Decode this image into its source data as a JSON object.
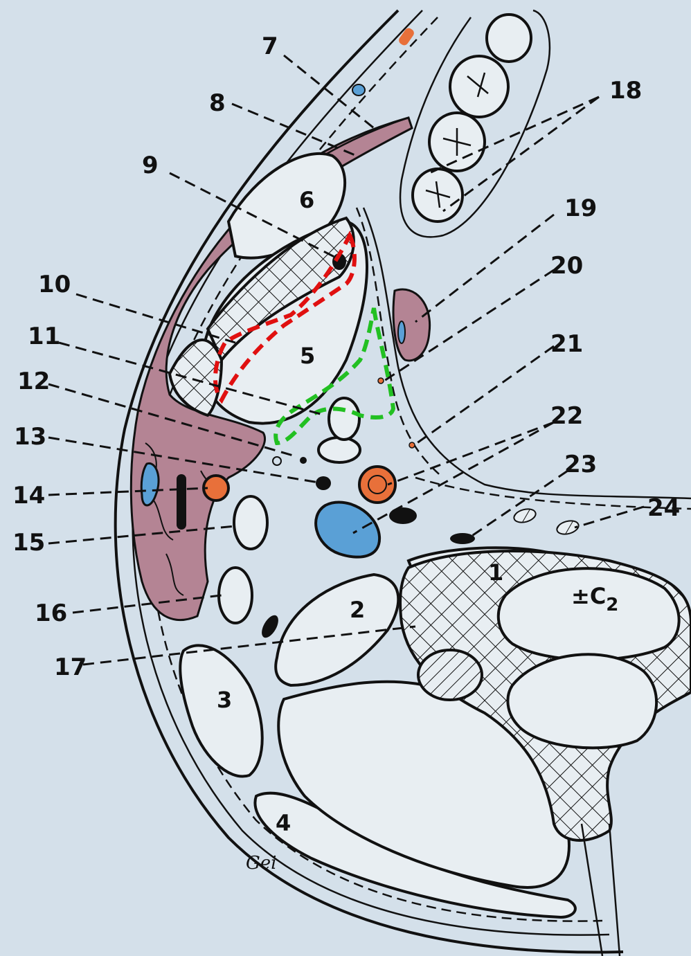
{
  "labels": {
    "l1": "1",
    "l2": "2",
    "l3": "3",
    "l4": "4",
    "l5": "5",
    "l6": "6",
    "l7": "7",
    "l8": "8",
    "l9": "9",
    "l10": "10",
    "l11": "11",
    "l12": "12",
    "l13": "13",
    "l14": "14",
    "l15": "15",
    "l16": "16",
    "l17": "17",
    "l18": "18",
    "l19": "19",
    "l20": "20",
    "l21": "21",
    "l22": "22",
    "l23": "23",
    "l24": "24",
    "vertebra": "±C",
    "vertebra_sub": "2",
    "signature": "Gei"
  },
  "colors": {
    "background": "#d4e0ea",
    "gland": "#b48494",
    "artery": "#e8703a",
    "vein": "#5aa0d6",
    "red_dashed_region": "#e01010",
    "green_dashed_region": "#22c022"
  }
}
